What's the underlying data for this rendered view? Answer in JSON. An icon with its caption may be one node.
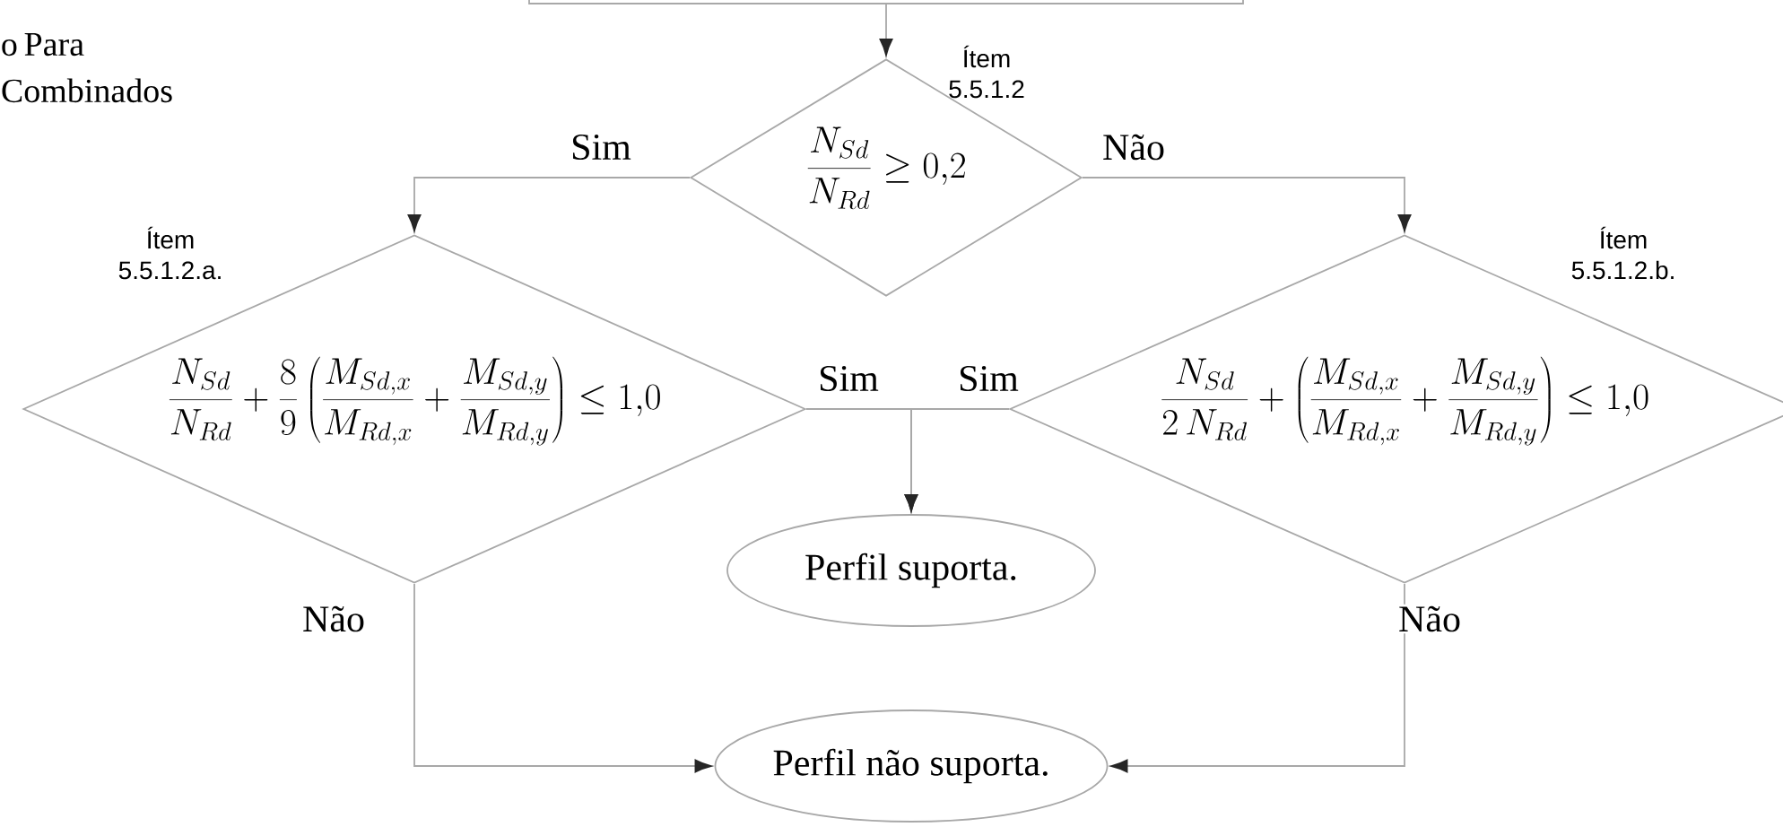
{
  "diagram": {
    "nodes": [
      {
        "text": [],
        "shape": "box"
      },
      {
        "text": [
          "\\frac{N_{Sd}}{N_{Rd}} \\geq 0{,}2"
        ],
        "beside": [
          "Ítem 5.5.1.2"
        ]
      },
      {
        "text": [
          "\\frac{N_{Sd}}{N_{Rd}} + \\frac{8}{9}\\left(\\frac{M_{Sd,x}}{M_{Rd,x}} + \\frac{M_{Sd,y}}{M_{Rd,y}}\\right) \\leq 1{,}0"
        ],
        "beside": [
          "Ítem 5.5.1.2.a."
        ]
      },
      {
        "text": [
          "\\frac{N_{Sd}}{2\\,N_{Rd}} + \\left(\\frac{M_{Sd,x}}{M_{Rd,x}} + \\frac{M_{Sd,y}}{M_{Rd,y}}\\right) \\leq 1{,}0"
        ],
        "beside": [
          "Ítem 5.5.1.2.b."
        ]
      },
      {
        "text": [
          "Perfil suporta."
        ]
      },
      {
        "text": [
          "Perfil não suporta."
        ]
      }
    ],
    "edges": [
      {
        "from": 0,
        "to": 1,
        "arrow": "to"
      },
      {
        "from": 1,
        "to": 2,
        "arrow": "to",
        "label": "Sim"
      },
      {
        "from": 1,
        "to": 3,
        "arrow": "to",
        "label": "Não"
      },
      {
        "from": 2,
        "to": 4,
        "arrow": "to",
        "label": "Sim"
      },
      {
        "from": 3,
        "to": 4,
        "arrow": "to",
        "label": "Sim"
      },
      {
        "from": 2,
        "to": 5,
        "arrow": "to",
        "label": "Não"
      },
      {
        "from": 3,
        "to": 5,
        "arrow": "to",
        "label": "Não"
      }
    ],
    "labels": [
      "o Para Combinados"
    ]
  }
}
